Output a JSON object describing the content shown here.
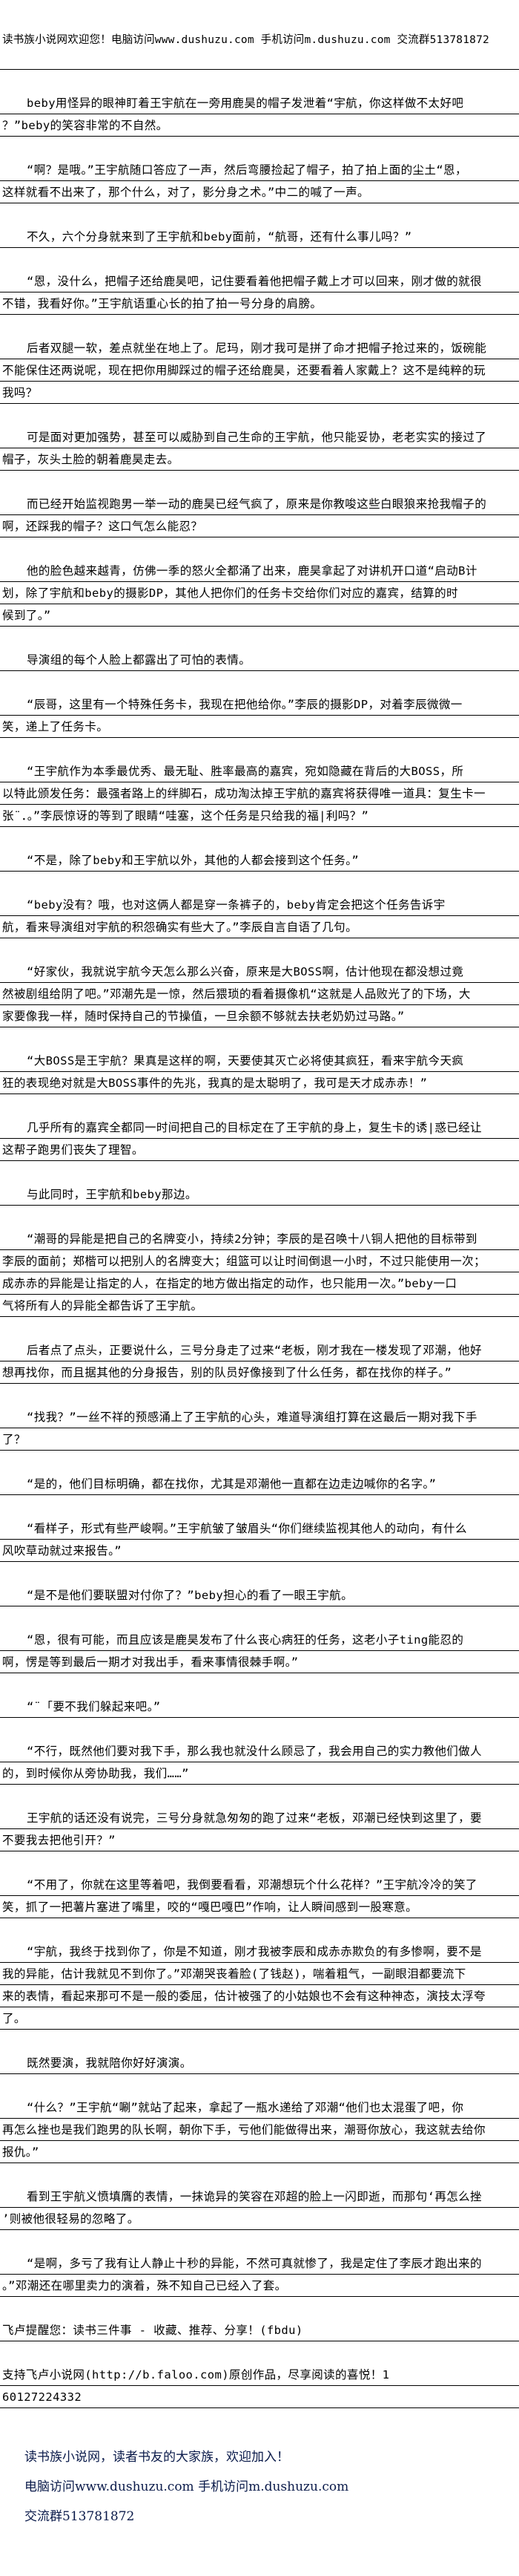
{
  "header": {
    "text": "读书族小说网欢迎您！电脑访问www.dushuzu.com 手机访问m.dushuzu.com 交流群513781872"
  },
  "paragraphs": [
    {
      "lines": [
        "beby用怪异的眼神盯着王宇航在一旁用鹿昊的帽子发泄着“宇航，你这样做不太好吧",
        "？”beby的笑容非常的不自然。"
      ]
    },
    {
      "lines": [
        "“啊？是哦。”王宇航随口答应了一声，然后弯腰捡起了帽子，拍了拍上面的尘土“恩，",
        "这样就看不出来了，那个什么，对了，影分身之术。”中二的喊了一声。"
      ]
    },
    {
      "lines": [
        "不久，六个分身就来到了王宇航和beby面前，“航哥，还有什么事儿吗？”"
      ]
    },
    {
      "lines": [
        "“恩，没什么，把帽子还给鹿昊吧，记住要看着他把帽子戴上才可以回来，刚才做的就很",
        "不错，我看好你。”王宇航语重心长的拍了拍一号分身的肩膀。"
      ]
    },
    {
      "lines": [
        "后者双腿一软，差点就坐在地上了。尼玛，刚才我可是拼了命才把帽子抢过来的，饭碗能",
        "不能保住还两说呢，现在把你用脚踩过的帽子还给鹿昊，还要看着人家戴上？这不是纯粹的玩",
        "我吗？"
      ]
    },
    {
      "lines": [
        "可是面对更加强势，甚至可以威胁到自己生命的王宇航，他只能妥协，老老实实的接过了",
        "帽子，灰头土脸的朝着鹿昊走去。"
      ]
    },
    {
      "lines": [
        "而已经开始监视跑男一举一动的鹿昊已经气疯了，原来是你教唆这些白眼狼来抢我帽子的",
        "啊，还踩我的帽子？这口气怎么能忍？"
      ]
    },
    {
      "lines": [
        "他的脸色越来越青，仿佛一季的怒火全都涌了出来，鹿昊拿起了对讲机开口道“启动B计",
        "划，除了宇航和beby的摄影DP，其他人把你们的任务卡交给你们对应的嘉宾，结算的时",
        "候到了。”"
      ]
    },
    {
      "lines": [
        "导演组的每个人脸上都露出了可怕的表情。"
      ]
    },
    {
      "lines": [
        "“辰哥，这里有一个特殊任务卡，我现在把他给你。”李辰的摄影DP，对着李辰微微一",
        "笑，递上了任务卡。"
      ]
    },
    {
      "lines": [
        "“王宇航作为本季最优秀、最无耻、胜率最高的嘉宾，宛如隐藏在背后的大BOSS，所",
        "以特此颁发任务：最强者路上的绊脚石，成功淘汰掉王宇航的嘉宾将获得唯一道具：复生卡一",
        "张¨．。”李辰惊讶的等到了眼睛“哇塞，这个任务是只给我的福|利吗？”"
      ]
    },
    {
      "lines": [
        "“不是，除了beby和王宇航以外，其他的人都会接到这个任务。”"
      ]
    },
    {
      "lines": [
        "“beby没有？哦，也对这俩人都是穿一条裤子的，beby肯定会把这个任务告诉宇",
        "航，看来导演组对宇航的积怨确实有些大了。”李辰自言自语了几句。"
      ]
    },
    {
      "lines": [
        "“好家伙，我就说宇航今天怎么那么兴奋，原来是大BOSS啊，估计他现在都没想过竟",
        "然被剧组给阴了吧。”邓潮先是一惊，然后猥琐的看着摄像机“这就是人品败光了的下场，大",
        "家要像我一样，随时保持自己的节操值，一旦余额不够就去扶老奶奶过马路。”"
      ]
    },
    {
      "lines": [
        "“大BOSS是王宇航？果真是这样的啊，天要使其灭亡必将使其疯狂，看来宇航今天疯",
        "狂的表现绝对就是大BOSS事件的先兆，我真的是太聪明了，我可是天才成赤赤！”"
      ]
    },
    {
      "lines": [
        "几乎所有的嘉宾全都同一时间把自己的目标定在了王宇航的身上，复生卡的诱|惑已经让",
        "这帮子跑男们丧失了理智。"
      ]
    },
    {
      "lines": [
        "与此同时，王宇航和beby那边。"
      ]
    },
    {
      "lines": [
        "“潮哥的异能是把自己的名牌变小，持续2分钟；李辰的是召唤十八铜人把他的目标带到",
        "李辰的面前；郑楷可以把别人的名牌变大；组篮可以让时间倒退一小时，不过只能使用一次；",
        "成赤赤的异能是让指定的人，在指定的地方做出指定的动作，也只能用一次。”beby一口",
        "气将所有人的异能全都告诉了王宇航。"
      ]
    },
    {
      "lines": [
        "后者点了点头，正要说什么，三号分身走了过来“老板，刚才我在一楼发现了邓潮，他好",
        "想再找你，而且据其他的分身报告，别的队员好像接到了什么任务，都在找你的样子。”"
      ]
    },
    {
      "lines": [
        "“找我？”一丝不祥的预感涌上了王宇航的心头，难道导演组打算在这最后一期对我下手",
        "了？"
      ]
    },
    {
      "lines": [
        "“是的，他们目标明确，都在找你，尤其是邓潮他一直都在边走边喊你的名字。”"
      ]
    },
    {
      "lines": [
        "“看样子，形式有些严峻啊。”王宇航皱了皱眉头“你们继续监视其他人的动向，有什么",
        "风吹草动就过来报告。”"
      ]
    },
    {
      "lines": [
        "“是不是他们要联盟对付你了？”beby担心的看了一眼王宇航。"
      ]
    },
    {
      "lines": [
        "“恩，很有可能，而且应该是鹿昊发布了什么丧心病狂的任务，这老小子ting能忍的",
        "啊，愣是等到最后一期才对我出手，看来事情很棘手啊。”"
      ]
    },
    {
      "lines": [
        "“¨「要不我们躲起来吧。”"
      ]
    },
    {
      "lines": [
        "“不行，既然他们要对我下手，那么我也就没什么顾忌了，我会用自己的实力教他们做人",
        "的，到时候你从旁协助我，我们……”"
      ]
    },
    {
      "lines": [
        "王宇航的话还没有说完，三号分身就急匆匆的跑了过来“老板，邓潮已经快到这里了，要",
        "不要我去把他引开？”"
      ]
    },
    {
      "lines": [
        "“不用了，你就在这里等着吧，我倒要看看，邓潮想玩个什么花样？”王宇航冷冷的笑了",
        "笑，抓了一把薯片塞进了嘴里，咬的“嘎巴嘎巴”作响，让人瞬间感到一股寒意。"
      ]
    },
    {
      "lines": [
        "“宇航，我终于找到你了，你是不知道，刚才我被李辰和成赤赤欺负的有多惨啊，要不是",
        "我的异能，估计我就见不到你了。”邓潮哭丧着脸(了钱赵)，喘着粗气，一副眼泪都要流下",
        "来的表情，看起来那可不是一般的委屈，估计被强了的小姑娘也不会有这种神态，演技太浮夸",
        "了。"
      ]
    },
    {
      "lines": [
        "既然要演，我就陪你好好演演。"
      ]
    },
    {
      "lines": [
        "“什么？”王宇航“唰”就站了起来，拿起了一瓶水递给了邓潮“他们也太混蛋了吧，你",
        "再怎么挫也是我们跑男的队长啊，朝你下手，亏他们能做得出来，潮哥你放心，我这就去给你",
        "报仇。”"
      ]
    },
    {
      "lines": [
        "看到王宇航义愤填膺的表情，一抹诡异的笑容在邓超的脸上一闪即逝，而那句‘再怎么挫",
        "’则被他很轻易的忽略了。"
      ]
    },
    {
      "lines": [
        "“是啊，多亏了我有让人静止十秒的异能，不然可真就惨了，我是定住了李辰才跑出来的",
        "。”邓潮还在哪里卖力的演着，殊不知自己已经入了套。"
      ]
    }
  ],
  "notes": [
    {
      "lines": [
        "飞卢提醒您：读书三件事 - 收藏、推荐、分享！(fbdu)"
      ]
    },
    {
      "lines": [
        "支持飞卢小说网(http://b.faloo.com)原创作品，尽享阅读的喜悦！1",
        "60127224332"
      ]
    }
  ],
  "footer": {
    "line1": "读书族小说网，读者书友的大家族，欢迎加入！",
    "line2": "电脑访问www.dushuzu.com 手机访问m.dushuzu.com",
    "line3": "交流群513781872"
  }
}
